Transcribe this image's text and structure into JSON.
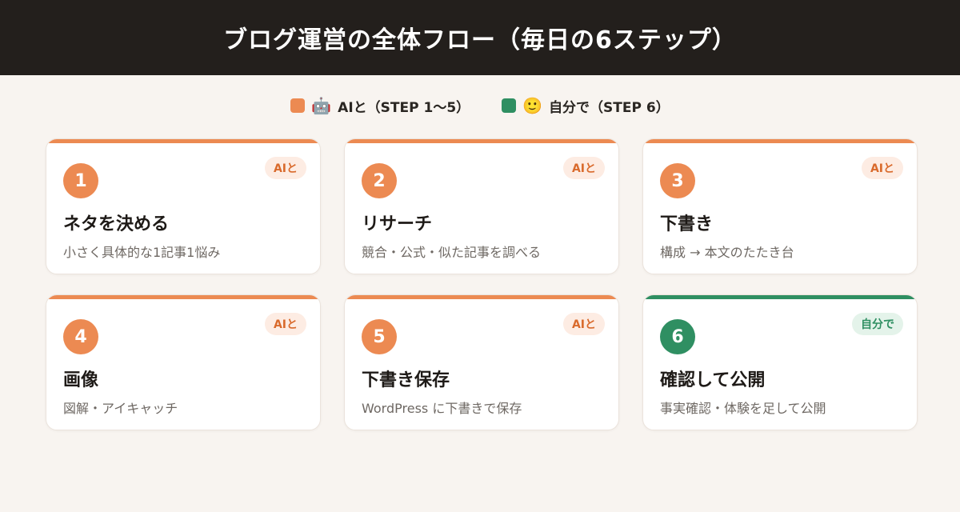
{
  "header": {
    "title": "ブログ運営の全体フロー（毎日の6ステップ）"
  },
  "colors": {
    "ai": "#ec8a52",
    "ai_badge_bg": "#fdece3",
    "ai_badge_text": "#d96a2c",
    "self": "#2f8f62",
    "self_badge_bg": "#e4f3ea",
    "self_badge_text": "#2f8f62"
  },
  "legend": {
    "ai": {
      "icon": "robot-icon",
      "emoji": "🤖",
      "label": "AIと（STEP 1〜5）"
    },
    "self": {
      "icon": "smile-icon",
      "emoji": "🙂",
      "label": "自分で（STEP 6）"
    }
  },
  "steps": [
    {
      "num": "1",
      "badge": "AIと",
      "type": "ai",
      "title": "ネタを決める",
      "desc": "小さく具体的な1記事1悩み"
    },
    {
      "num": "2",
      "badge": "AIと",
      "type": "ai",
      "title": "リサーチ",
      "desc": "競合・公式・似た記事を調べる"
    },
    {
      "num": "3",
      "badge": "AIと",
      "type": "ai",
      "title": "下書き",
      "desc": "構成 → 本文のたたき台"
    },
    {
      "num": "4",
      "badge": "AIと",
      "type": "ai",
      "title": "画像",
      "desc": "図解・アイキャッチ"
    },
    {
      "num": "5",
      "badge": "AIと",
      "type": "ai",
      "title": "下書き保存",
      "desc": "WordPress に下書きで保存"
    },
    {
      "num": "6",
      "badge": "自分で",
      "type": "self",
      "title": "確認して公開",
      "desc": "事実確認・体験を足して公開"
    }
  ]
}
